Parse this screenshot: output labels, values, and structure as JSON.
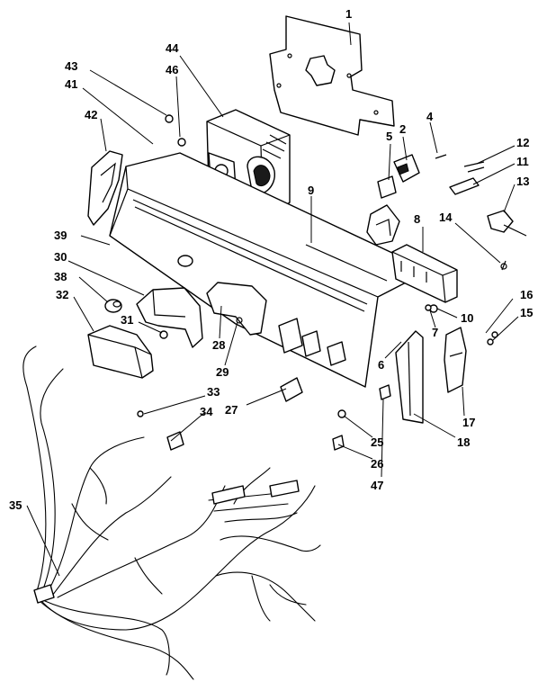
{
  "callouts": [
    {
      "id": "c1",
      "text": "1"
    },
    {
      "id": "c2",
      "text": "2"
    },
    {
      "id": "c4",
      "text": "4"
    },
    {
      "id": "c5",
      "text": "5"
    },
    {
      "id": "c6",
      "text": "6"
    },
    {
      "id": "c7",
      "text": "7"
    },
    {
      "id": "c8",
      "text": "8"
    },
    {
      "id": "c9",
      "text": "9"
    },
    {
      "id": "c10",
      "text": "10"
    },
    {
      "id": "c11",
      "text": "11"
    },
    {
      "id": "c12",
      "text": "12"
    },
    {
      "id": "c13",
      "text": "13"
    },
    {
      "id": "c14",
      "text": "14"
    },
    {
      "id": "c15",
      "text": "15"
    },
    {
      "id": "c16",
      "text": "16"
    },
    {
      "id": "c17",
      "text": "17"
    },
    {
      "id": "c18",
      "text": "18"
    },
    {
      "id": "c25",
      "text": "25"
    },
    {
      "id": "c26",
      "text": "26"
    },
    {
      "id": "c27",
      "text": "27"
    },
    {
      "id": "c28",
      "text": "28"
    },
    {
      "id": "c29",
      "text": "29"
    },
    {
      "id": "c30",
      "text": "30"
    },
    {
      "id": "c31",
      "text": "31"
    },
    {
      "id": "c32",
      "text": "32"
    },
    {
      "id": "c33",
      "text": "33"
    },
    {
      "id": "c34",
      "text": "34"
    },
    {
      "id": "c35",
      "text": "35"
    },
    {
      "id": "c38",
      "text": "38"
    },
    {
      "id": "c39",
      "text": "39"
    },
    {
      "id": "c41",
      "text": "41"
    },
    {
      "id": "c42",
      "text": "42"
    },
    {
      "id": "c43",
      "text": "43"
    },
    {
      "id": "c44",
      "text": "44"
    },
    {
      "id": "c46",
      "text": "46"
    },
    {
      "id": "c47",
      "text": "47"
    }
  ]
}
